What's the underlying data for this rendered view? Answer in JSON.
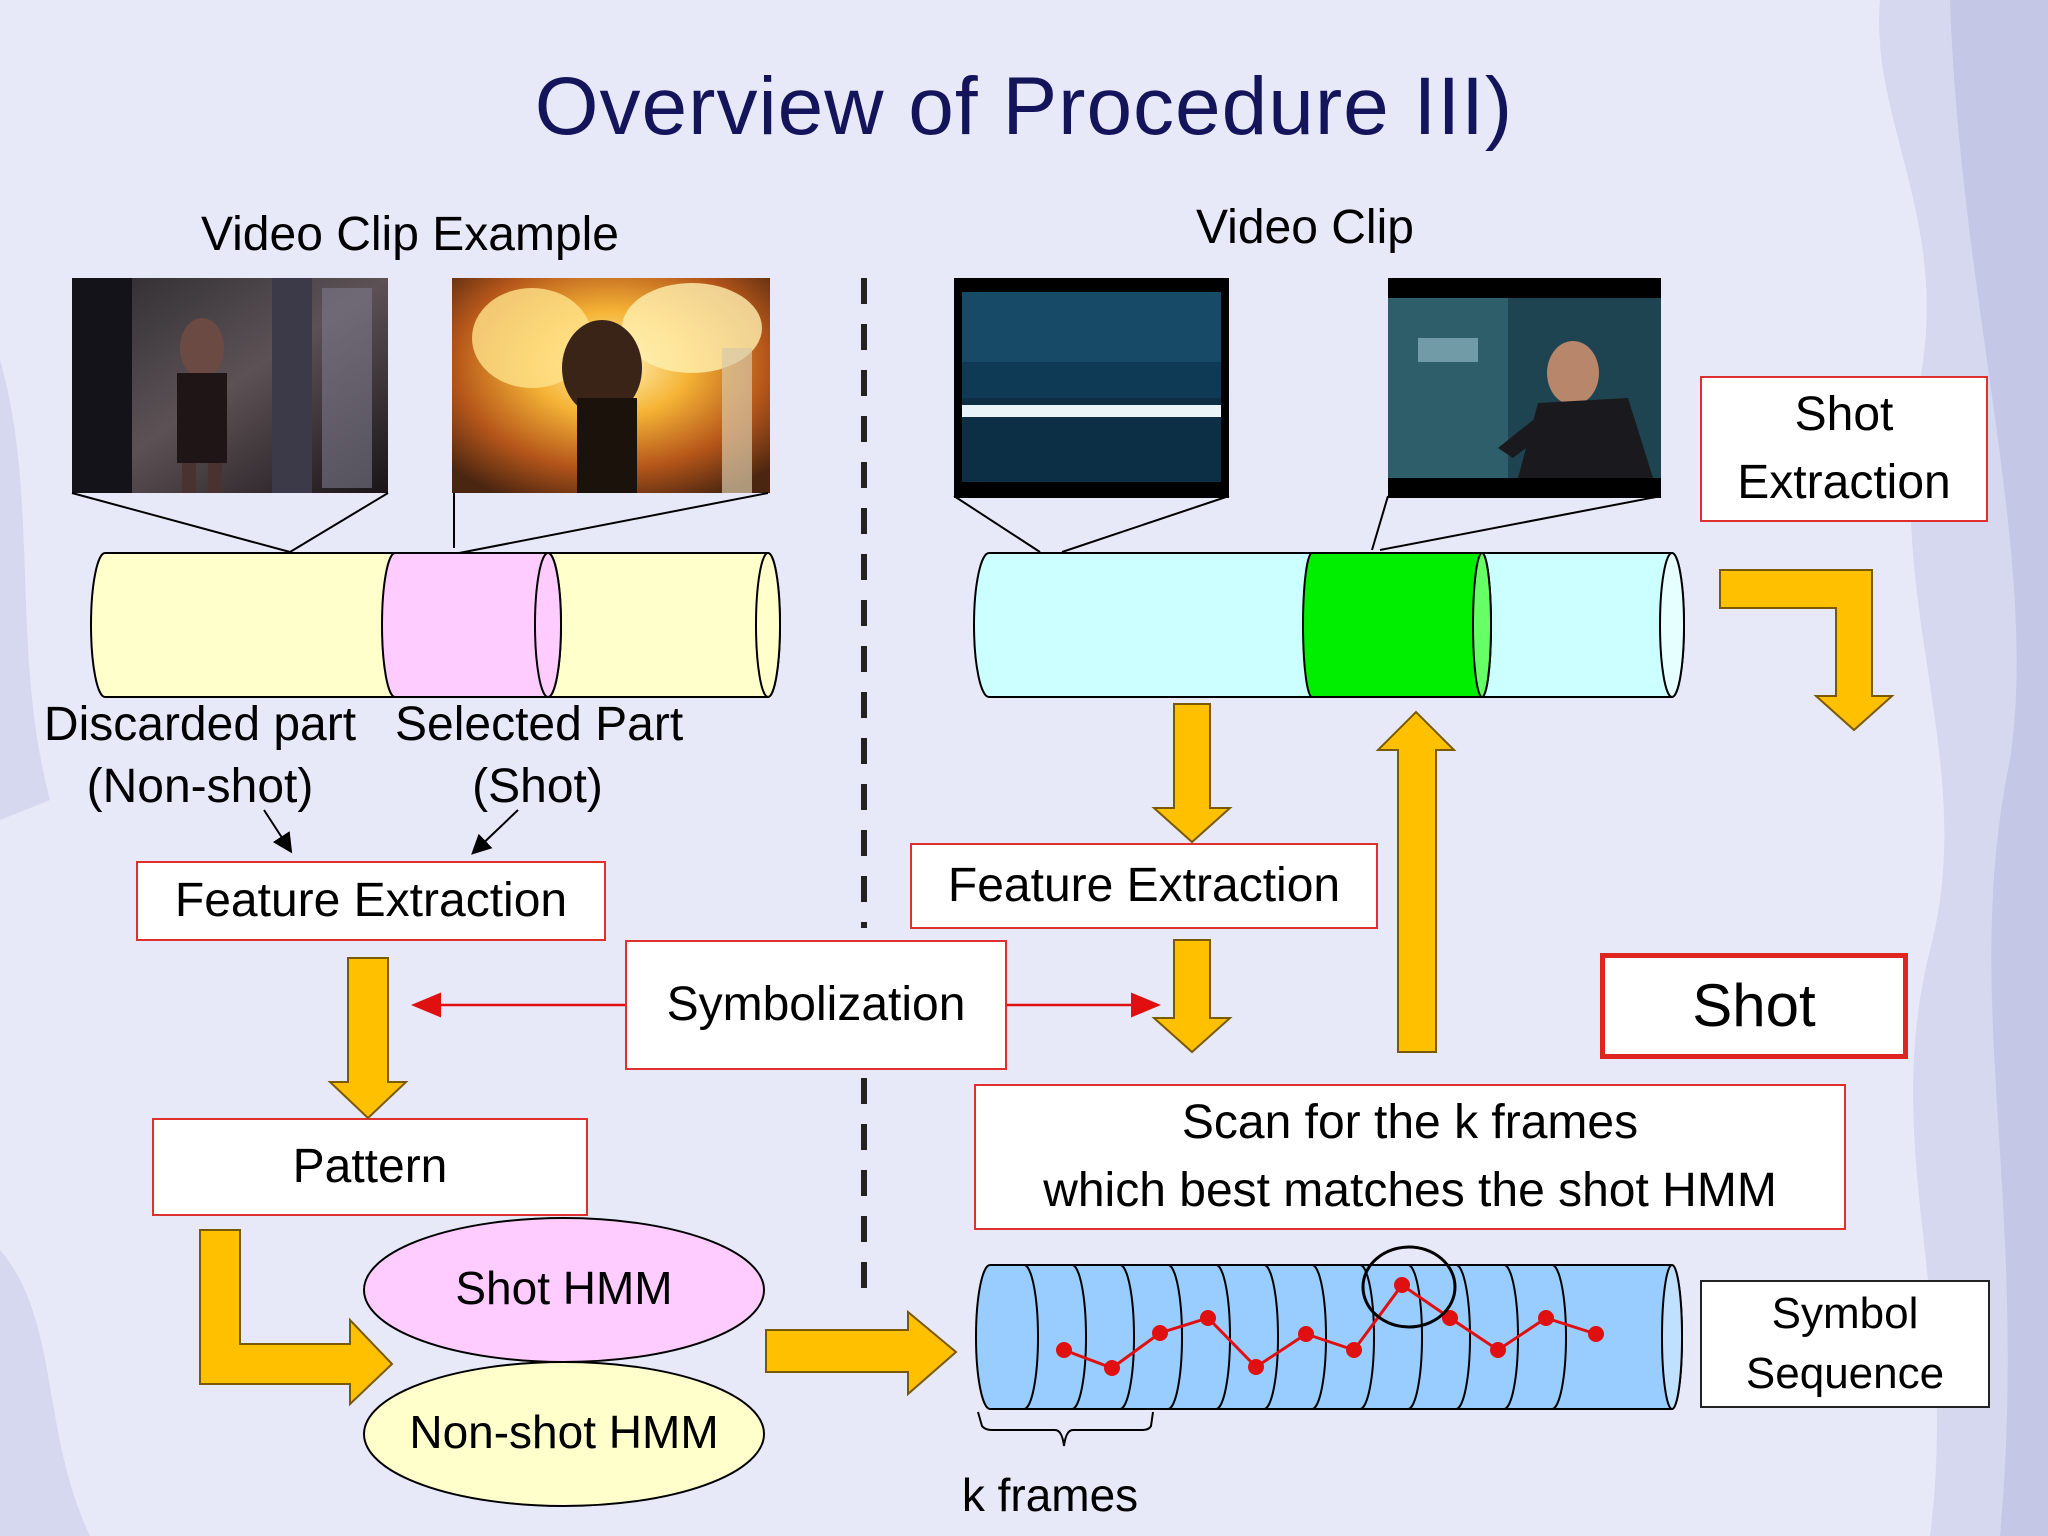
{
  "title": "Overview of Procedure III)",
  "left": {
    "heading": "Video Clip Example",
    "discarded_line1": "Discarded part",
    "discarded_line2": "(Non-shot)",
    "selected_line1": "Selected Part",
    "selected_line2": "(Shot)",
    "feature_extraction": "Feature Extraction",
    "pattern": "Pattern",
    "shot_hmm": "Shot HMM",
    "nonshot_hmm": "Non-shot HMM"
  },
  "center": {
    "symbolization": "Symbolization"
  },
  "right": {
    "heading": "Video Clip",
    "shot_extraction_line1": "Shot",
    "shot_extraction_line2": "Extraction",
    "feature_extraction": "Feature Extraction",
    "shot": "Shot",
    "scan_line1": "Scan for the k frames",
    "scan_line2": "which best matches the shot HMM",
    "symbol_line1": "Symbol",
    "symbol_line2": "Sequence",
    "k_frames": "k frames"
  },
  "colors": {
    "title": "#14145a",
    "box_border": "#e0302d",
    "arrow_fill": "#ffc000",
    "left_cylinder": "#ffffcc",
    "selected_segment": "#ffccff",
    "right_cylinder": "#ccffff",
    "shot_segment": "#00ee00",
    "sequence_cylinder": "#99ccff",
    "sequence_line": "#e01010"
  }
}
